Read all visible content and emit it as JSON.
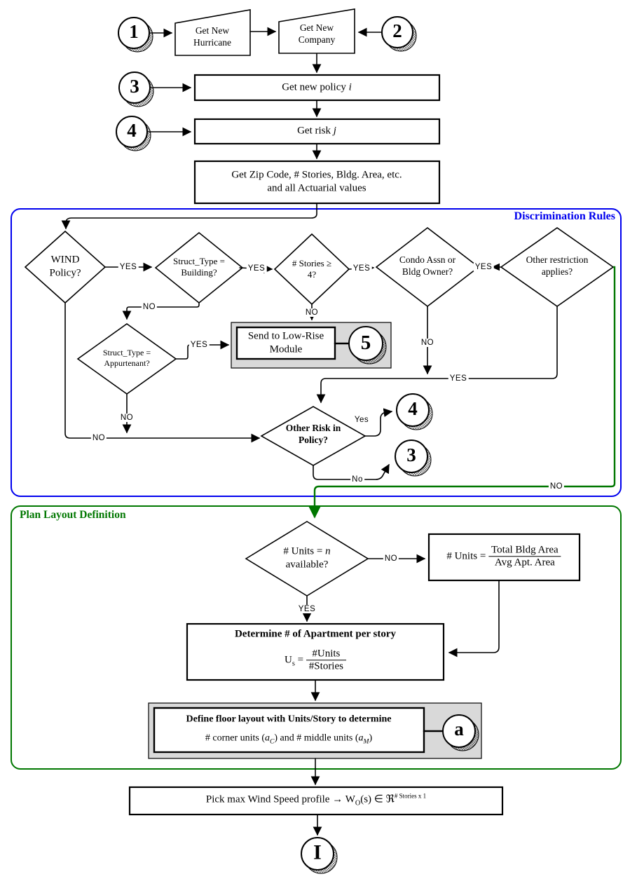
{
  "labels": {
    "yes": "YES",
    "no": "NO",
    "yes_lc": "Yes",
    "no_lc": "No"
  },
  "colors": {
    "frame_blue": "#0000ee",
    "frame_green": "#007700",
    "shape_fill_gray": "#d9d9d9"
  },
  "top": {
    "circle1": "1",
    "circle2": "2",
    "circle3": "3",
    "circle4": "4",
    "hurricane_line1": "Get New",
    "hurricane_line2": "Hurricane",
    "company_line1": "Get New",
    "company_line2": "Company",
    "policy_prefix": "Get new policy ",
    "policy_var": "i",
    "risk_prefix": "Get risk ",
    "risk_var": "j",
    "zip_line1": "Get Zip Code, # Stories, Bldg. Area, etc.",
    "zip_line2": "and all Actuarial values"
  },
  "discrimination": {
    "title": "Discrimination Rules",
    "wind_line1": "WIND",
    "wind_line2": "Policy?",
    "building_line1": "Struct_Type =",
    "building_line2": "Building?",
    "stories_line1": "# Stories ≥",
    "stories_line2": "4?",
    "condo_line1": "Condo Assn or",
    "condo_line2": "Bldg Owner?",
    "restriction_line1": "Other restriction",
    "restriction_line2": "applies?",
    "appurtenant_line1": "Struct_Type =",
    "appurtenant_line2": "Appurtenant?",
    "lowrise_line1": "Send to Low-Rise",
    "lowrise_line2": "Module",
    "circle5": "5",
    "otherrisk_line1": "Other Risk in",
    "otherrisk_line2": "Policy?",
    "circle4": "4",
    "circle3": "3"
  },
  "plan": {
    "title": "Plan Layout Definition",
    "units_prefix": "# Units = ",
    "units_var": "n",
    "units_line2": "available?",
    "units_formula_lhs": "# Units = ",
    "units_formula_num": "Total Bldg Area",
    "units_formula_den": "Avg Apt. Area",
    "determine_title": "Determine # of Apartment per story",
    "determine_lhs": "U",
    "determine_sub": "s",
    "determine_eq": " = ",
    "determine_num": "#Units",
    "determine_den": "#Stories",
    "define_title": "Define floor layout with Units/Story to determine",
    "define_seg1": "# corner units (",
    "define_var1": "a",
    "define_sub1": "C",
    "define_seg2": ") and # middle units (",
    "define_var2": "a",
    "define_sub2": "M",
    "define_seg3": ")",
    "circle_a": "a"
  },
  "bottom": {
    "pick_prefix": "Pick max Wind Speed profile → W",
    "pick_sub": "O",
    "pick_mid": "(s) ∈ ",
    "pick_set": "ℜ",
    "pick_sup": "# Stories x 1",
    "circle_end": "I"
  }
}
